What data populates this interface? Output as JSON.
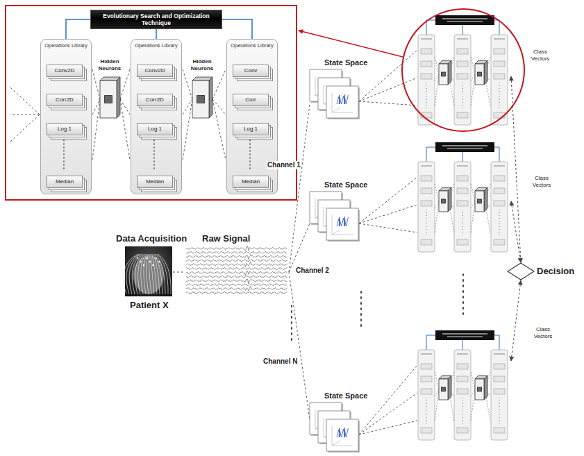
{
  "diagram": {
    "nodes": [
      {
        "text": [
          "Evolutionary Search and Optimization Technique"
        ]
      },
      {
        "text": [
          "Operations Library"
        ]
      },
      {
        "text": [
          "Conv2D"
        ],
        "in": 1
      },
      {
        "text": [
          "Corr2D"
        ],
        "in": 1
      },
      {
        "text": [
          "Log 1"
        ],
        "in": 1
      },
      {
        "text": [
          "Median"
        ],
        "in": 1
      },
      {
        "text": [
          "Operations Library"
        ]
      },
      {
        "text": [
          "Conv2D"
        ],
        "in": 6
      },
      {
        "text": [
          "Corr2D"
        ],
        "in": 6
      },
      {
        "text": [
          "Log 1"
        ],
        "in": 6
      },
      {
        "text": [
          "Median"
        ],
        "in": 6
      },
      {
        "text": [
          "Operations Library"
        ]
      },
      {
        "text": [
          "Conv"
        ],
        "in": 11
      },
      {
        "text": [
          "Corr"
        ],
        "in": 11
      },
      {
        "text": [
          "Log 1"
        ],
        "in": 11
      },
      {
        "text": [
          "Median"
        ],
        "in": 11
      },
      {
        "text": [
          "Decision"
        ]
      }
    ],
    "edges": [
      {
        "from": 0,
        "to": 1,
        "arrow": "none"
      },
      {
        "from": 0,
        "to": 6,
        "arrow": "none"
      },
      {
        "from": 0,
        "to": 11,
        "arrow": "none"
      }
    ],
    "labels": [
      "Hidden Neurons",
      "Hidden Neurons",
      "State Space",
      "Channel 1",
      "Class Vectors",
      "Data Acquisition",
      "Raw Signal",
      "State Space",
      "Channel 2",
      "Class Vectors",
      "Patient X",
      "Channel N",
      "State Space",
      "Class Vectors"
    ]
  }
}
